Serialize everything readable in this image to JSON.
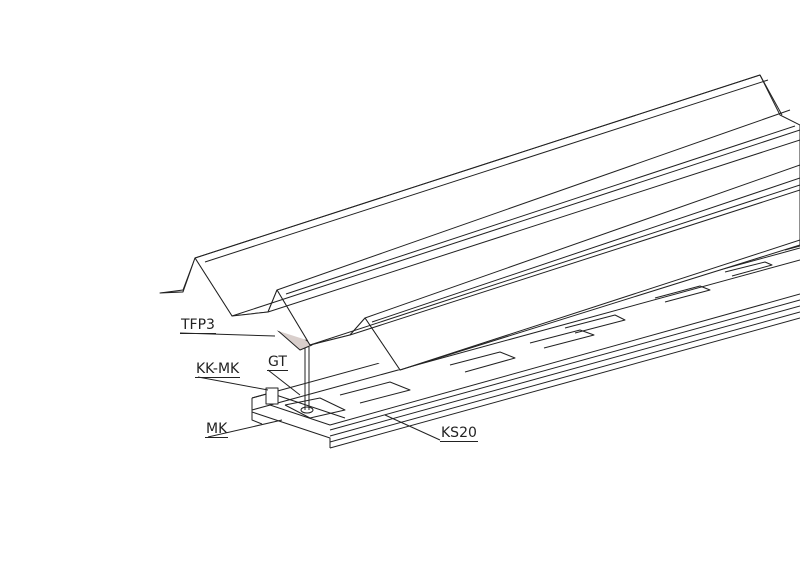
{
  "labels": {
    "tfp3": "TFP3",
    "gt": "GT",
    "kk_mk": "KK-MK",
    "mk": "MK",
    "ks20": "KS20"
  },
  "colors": {
    "line": "#222222",
    "bracket": "#d9cfcc"
  }
}
